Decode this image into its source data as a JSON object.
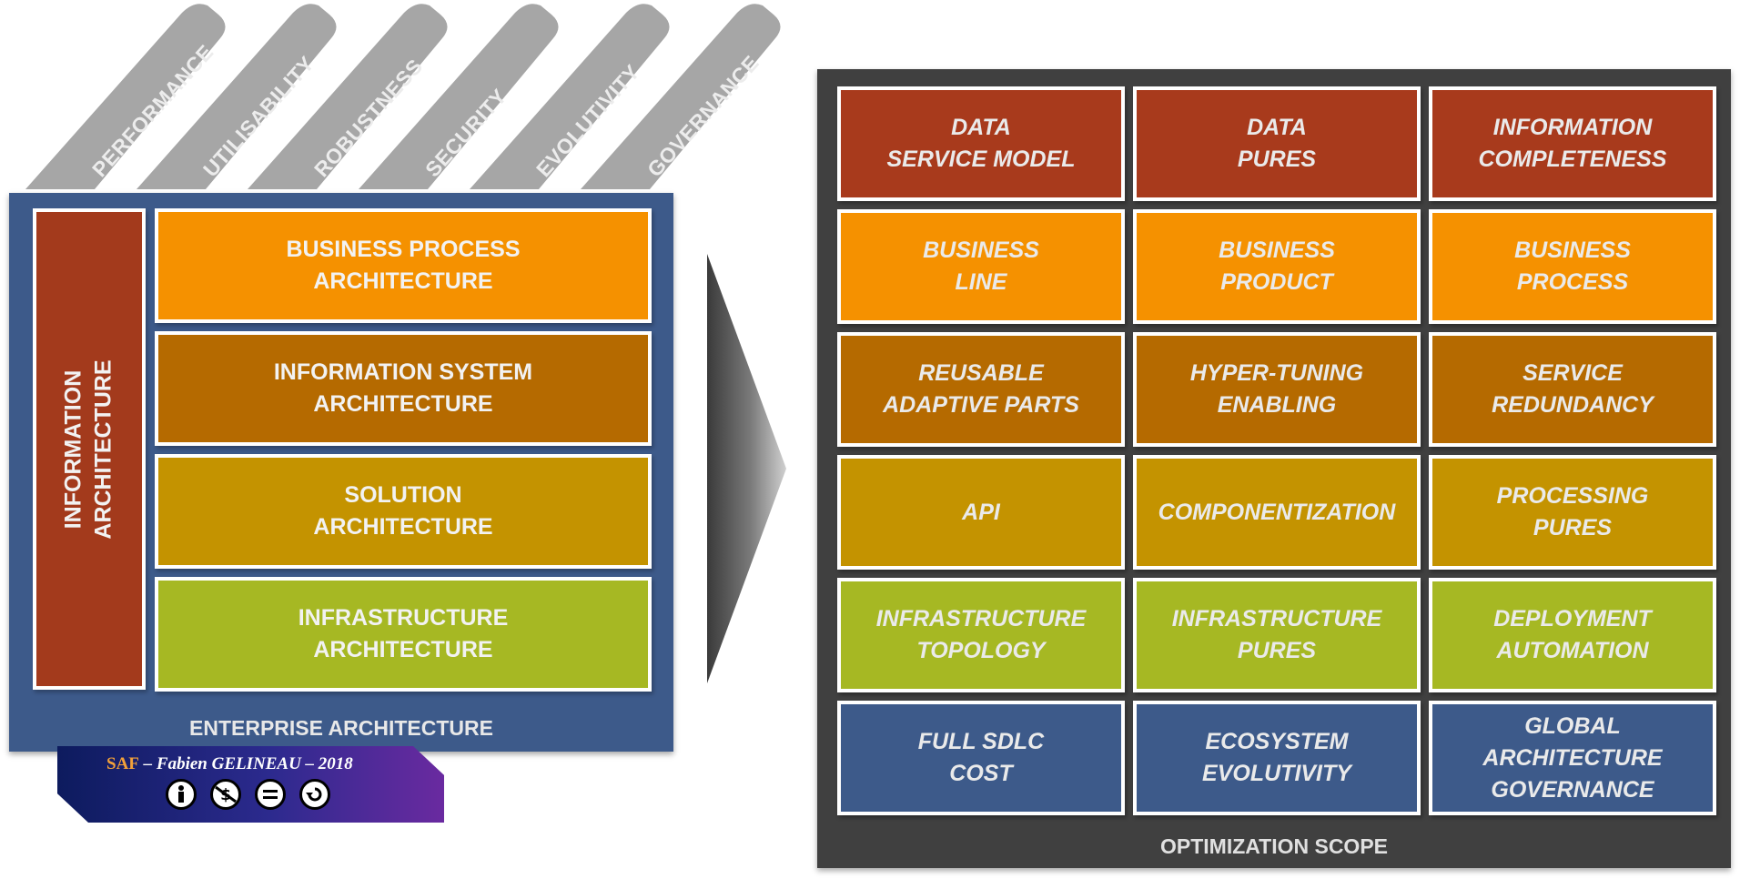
{
  "quality_tabs": [
    "PERFORMANCE",
    "UTILISABILITY",
    "ROBUSTNESS",
    "SECURITY",
    "EVOLUTIVITY",
    "GOVERNANCE"
  ],
  "enterprise": {
    "side_label": "INFORMATION\nARCHITECTURE",
    "layers": [
      {
        "label": "BUSINESS PROCESS\nARCHITECTURE",
        "color": "#f59100"
      },
      {
        "label": "INFORMATION SYSTEM\nARCHITECTURE",
        "color": "#b56a00"
      },
      {
        "label": "SOLUTION\nARCHITECTURE",
        "color": "#c49300"
      },
      {
        "label": "INFRASTRUCTURE\nARCHITECTURE",
        "color": "#a6b823"
      }
    ],
    "title": "ENTERPRISE ARCHITECTURE"
  },
  "badge": {
    "saf": "SAF",
    "rest": " – Fabien GELINEAU – 2018",
    "icons": [
      "cc-by-icon",
      "cc-nc-icon",
      "cc-nd-icon",
      "cc-sa-icon"
    ]
  },
  "optimization": {
    "title": "OPTIMIZATION SCOPE",
    "rows": [
      {
        "color": "#a83a1c",
        "cells": [
          "DATA\nSERVICE MODEL",
          "DATA\nPURES",
          "INFORMATION\nCOMPLETENESS"
        ]
      },
      {
        "color": "#f59100",
        "cells": [
          "BUSINESS\nLINE",
          "BUSINESS\nPRODUCT",
          "BUSINESS\nPROCESS"
        ]
      },
      {
        "color": "#b56a00",
        "cells": [
          "REUSABLE\nADAPTIVE PARTS",
          "HYPER-TUNING\nENABLING",
          "SERVICE\nREDUNDANCY"
        ]
      },
      {
        "color": "#c49300",
        "cells": [
          "API",
          "COMPONENTIZATION",
          "PROCESSING\nPURES"
        ]
      },
      {
        "color": "#a6b823",
        "cells": [
          "INFRASTRUCTURE\nTOPOLOGY",
          "INFRASTRUCTURE\nPURES",
          "DEPLOYMENT\nAUTOMATION"
        ]
      },
      {
        "color": "#3d5a8a",
        "cells": [
          "FULL SDLC\nCOST",
          "ECOSYSTEM\nEVOLUTIVITY",
          "GLOBAL\nARCHITECTURE\nGOVERNANCE"
        ]
      }
    ]
  }
}
